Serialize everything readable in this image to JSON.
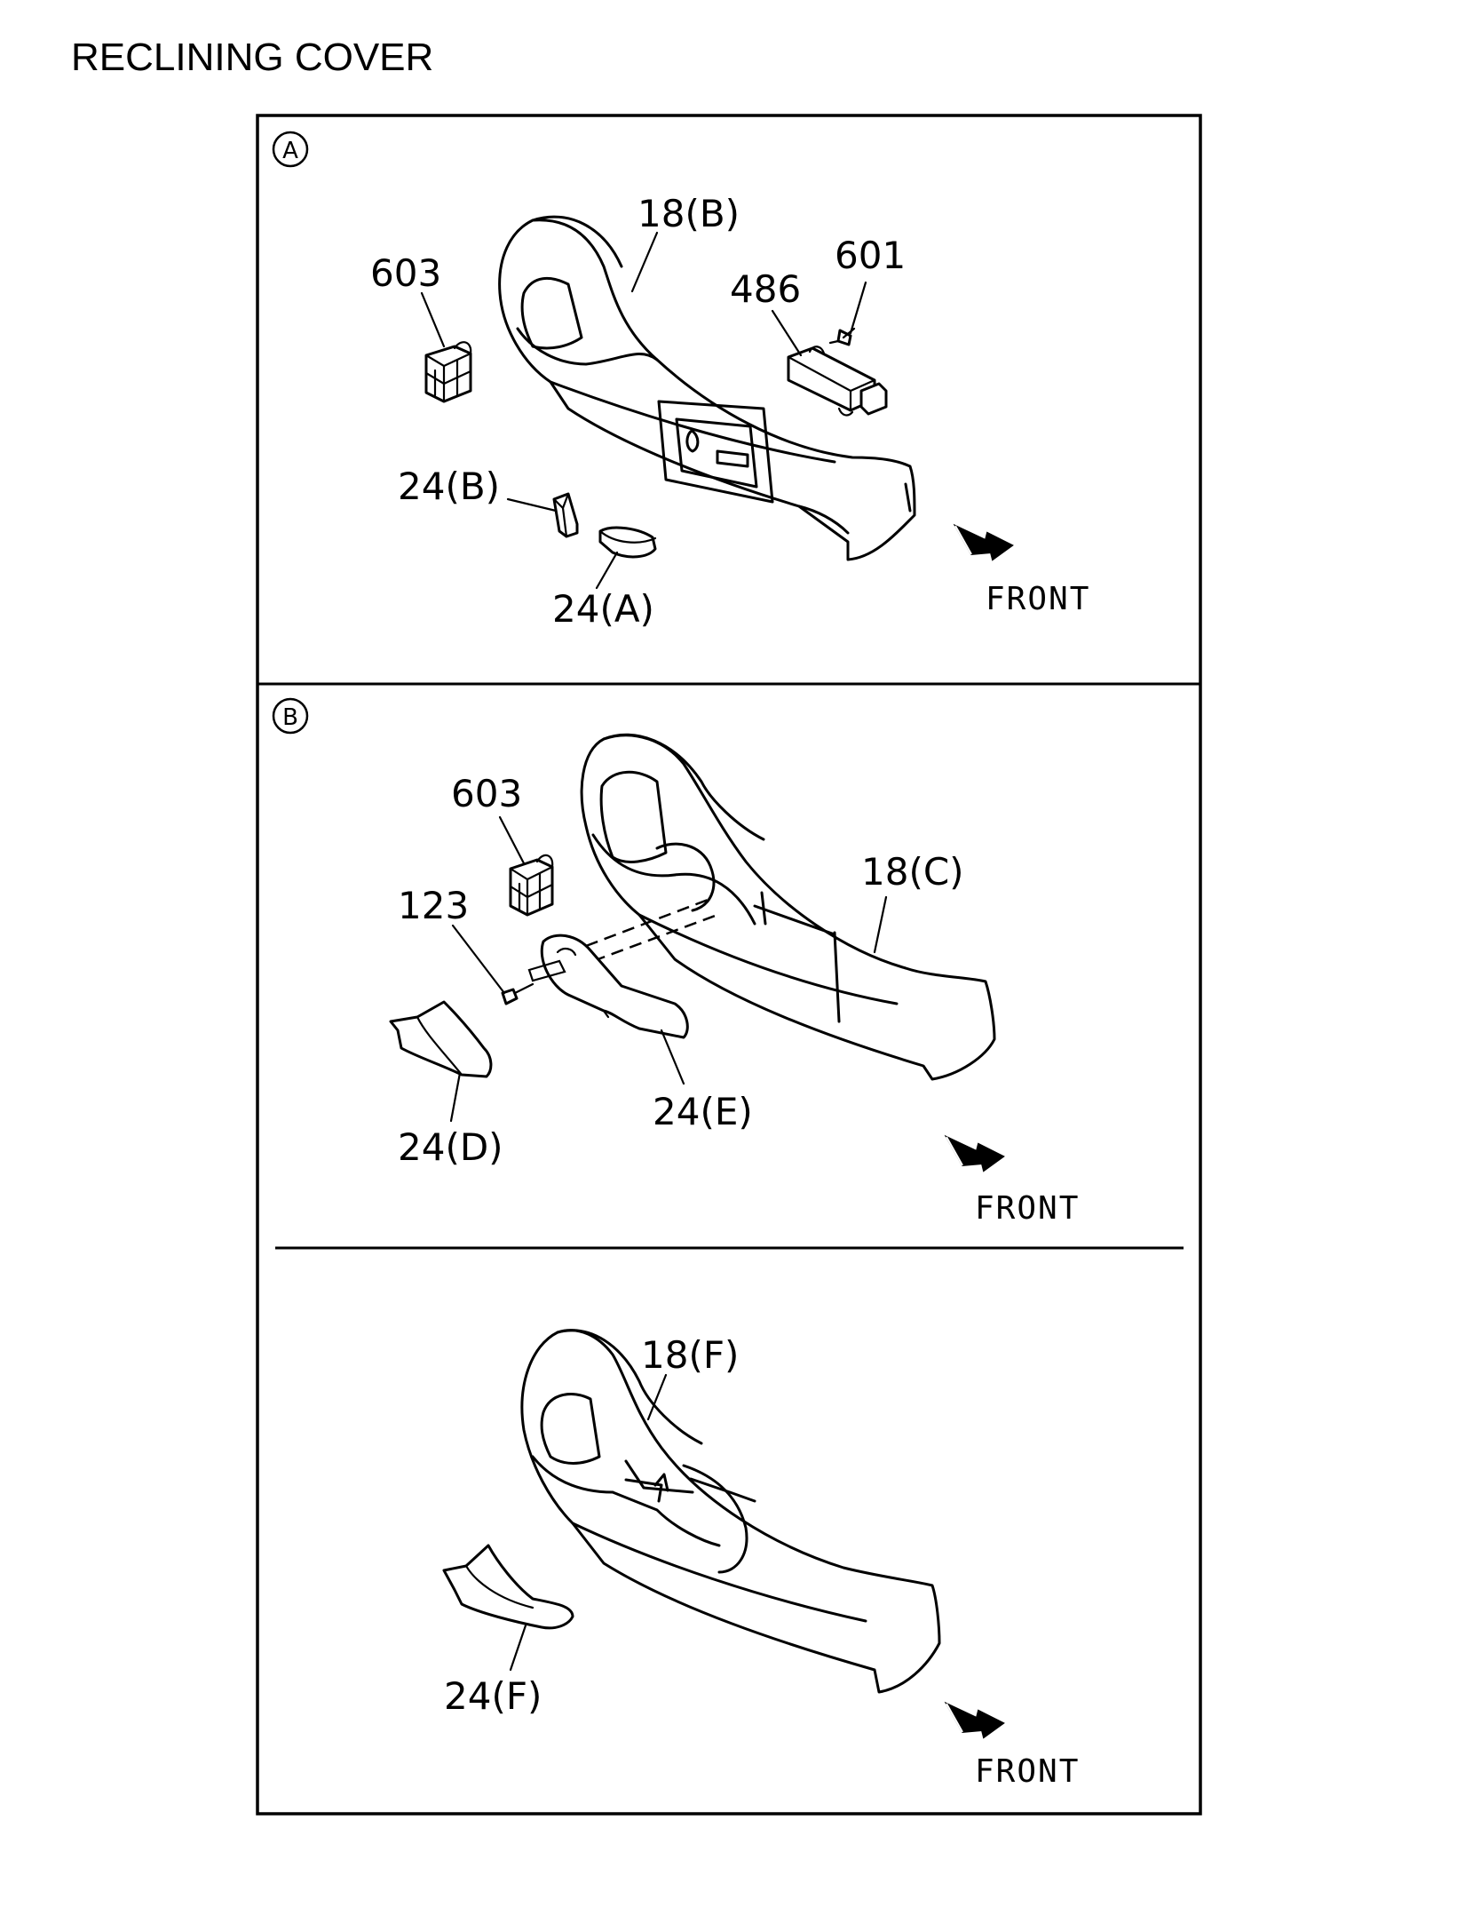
{
  "title": "RECLINING COVER",
  "panels": [
    {
      "marker": "A",
      "labels": {
        "p18": "18(B)",
        "p603": "603",
        "p601": "601",
        "p486": "486",
        "p24b": "24(B)",
        "p24a": "24(A)"
      },
      "front": "FRONT"
    },
    {
      "marker": "B",
      "labels": {
        "p603": "603",
        "p123": "123",
        "p18": "18(C)",
        "p24d": "24(D)",
        "p24e": "24(E)"
      },
      "front": "FRONT"
    },
    {
      "marker": "",
      "labels": {
        "p18": "18(F)",
        "p24f": "24(F)"
      },
      "front": "FRONT"
    }
  ],
  "icons": [
    "front-arrow-icon",
    "circled-letter-icon"
  ],
  "colors": {
    "ink": "#000000",
    "paper": "#ffffff"
  }
}
